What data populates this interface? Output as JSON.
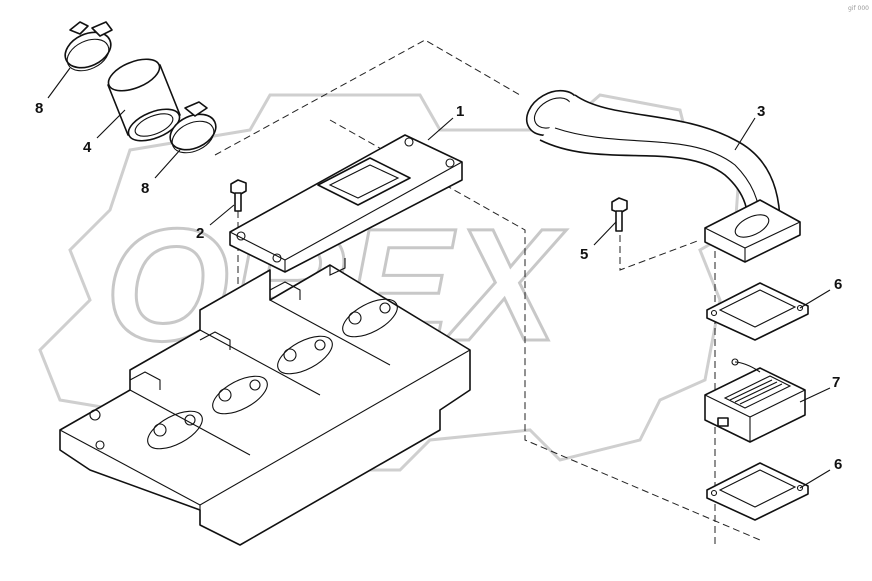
{
  "watermark": {
    "text": "OREX"
  },
  "corner_mark": "gif 000",
  "callouts": [
    {
      "id": "c1",
      "number": "1"
    },
    {
      "id": "c2",
      "number": "2"
    },
    {
      "id": "c3",
      "number": "3"
    },
    {
      "id": "c4",
      "number": "4"
    },
    {
      "id": "c5",
      "number": "5"
    },
    {
      "id": "c6a",
      "number": "6"
    },
    {
      "id": "c6b",
      "number": "6"
    },
    {
      "id": "c7",
      "number": "7"
    },
    {
      "id": "c8a",
      "number": "8"
    },
    {
      "id": "c8b",
      "number": "8"
    }
  ]
}
